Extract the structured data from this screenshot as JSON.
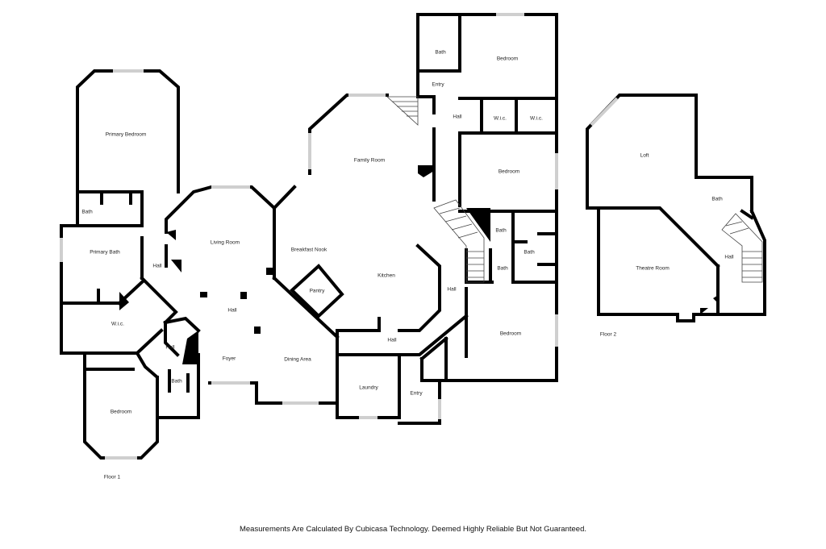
{
  "floors": [
    {
      "id": "floor-1",
      "label": "Floor 1"
    },
    {
      "id": "floor-2",
      "label": "Floor 2"
    }
  ],
  "rooms": [
    {
      "id": "primary-bedroom",
      "label": "Primary Bedroom"
    },
    {
      "id": "bath-1",
      "label": "Bath"
    },
    {
      "id": "primary-bath",
      "label": "Primary Bath"
    },
    {
      "id": "hall-1",
      "label": "Hall"
    },
    {
      "id": "wic-1",
      "label": "W.i.c."
    },
    {
      "id": "hall-2",
      "label": "Hall"
    },
    {
      "id": "bath-2",
      "label": "Bath"
    },
    {
      "id": "bedroom-1",
      "label": "Bedroom"
    },
    {
      "id": "living-room",
      "label": "Living Room"
    },
    {
      "id": "hall-3",
      "label": "Hall"
    },
    {
      "id": "foyer",
      "label": "Foyer"
    },
    {
      "id": "dining-area",
      "label": "Dining Area"
    },
    {
      "id": "breakfast-nook",
      "label": "Breakfast Nook"
    },
    {
      "id": "pantry",
      "label": "Pantry"
    },
    {
      "id": "family-room",
      "label": "Family Room"
    },
    {
      "id": "kitchen",
      "label": "Kitchen"
    },
    {
      "id": "hall-4",
      "label": "Hall"
    },
    {
      "id": "laundry",
      "label": "Laundry"
    },
    {
      "id": "entry-1",
      "label": "Entry"
    },
    {
      "id": "hall-5",
      "label": "Hall"
    },
    {
      "id": "bath-3",
      "label": "Bath"
    },
    {
      "id": "entry-2",
      "label": "Entry"
    },
    {
      "id": "bedroom-2",
      "label": "Bedroom"
    },
    {
      "id": "hall-6",
      "label": "Hall"
    },
    {
      "id": "wic-2",
      "label": "W.i.c."
    },
    {
      "id": "wic-3",
      "label": "W.i.c."
    },
    {
      "id": "bedroom-3",
      "label": "Bedroom"
    },
    {
      "id": "bath-4",
      "label": "Bath"
    },
    {
      "id": "bath-5",
      "label": "Bath"
    },
    {
      "id": "bath-6",
      "label": "Bath"
    },
    {
      "id": "bedroom-4",
      "label": "Bedroom"
    },
    {
      "id": "loft",
      "label": "Loft"
    },
    {
      "id": "bath-7",
      "label": "Bath"
    },
    {
      "id": "theatre-room",
      "label": "Theatre Room"
    },
    {
      "id": "hall-7",
      "label": "Hall"
    }
  ],
  "footer": {
    "disclaimer": "Measurements Are Calculated By Cubicasa Technology. Deemed Highly Reliable But Not Guaranteed."
  }
}
